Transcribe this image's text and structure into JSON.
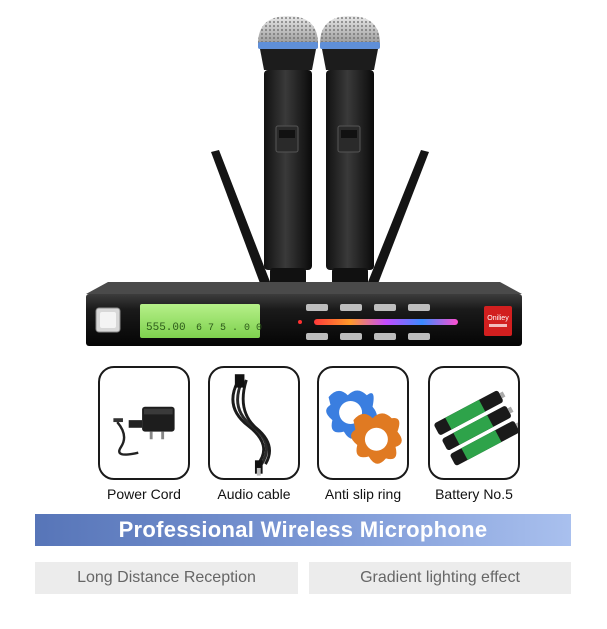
{
  "accessories": [
    {
      "label": "Power Cord",
      "icon": "power-adapter-icon"
    },
    {
      "label": "Audio cable",
      "icon": "audio-cable-icon"
    },
    {
      "label": "Anti slip ring",
      "icon": "anti-slip-ring-icon"
    },
    {
      "label": "Battery No.5",
      "icon": "battery-icon"
    }
  ],
  "banner": {
    "title": "Professional Wireless Microphone",
    "color_start": "#5775b8",
    "color_end": "#a9c0ee"
  },
  "features": [
    "Long Distance Reception",
    "Gradient lighting effect"
  ],
  "receiver": {
    "display_left": "555.00",
    "display_right": "6 7 5 . 0 0",
    "brand": "Oniliey",
    "display_color": "#9be36a"
  }
}
